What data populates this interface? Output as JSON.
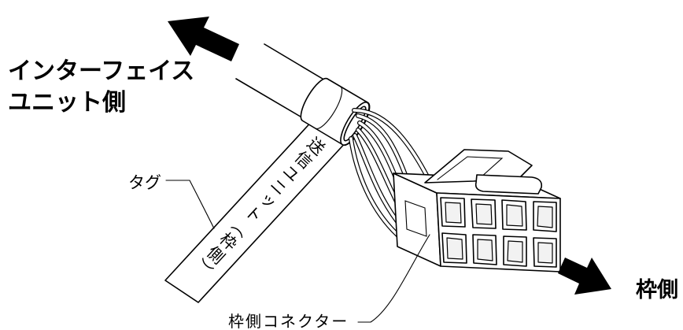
{
  "diagram": {
    "interface_side": {
      "line1": "インターフェイス",
      "line2": "ユニット側"
    },
    "tag_label": "タグ",
    "tag_print": "送信ユニット（枠側）",
    "frame_side": "枠側",
    "frame_connector_label": "枠側コネクター"
  },
  "colors": {
    "ink": "#000000",
    "paper": "#ffffff"
  }
}
